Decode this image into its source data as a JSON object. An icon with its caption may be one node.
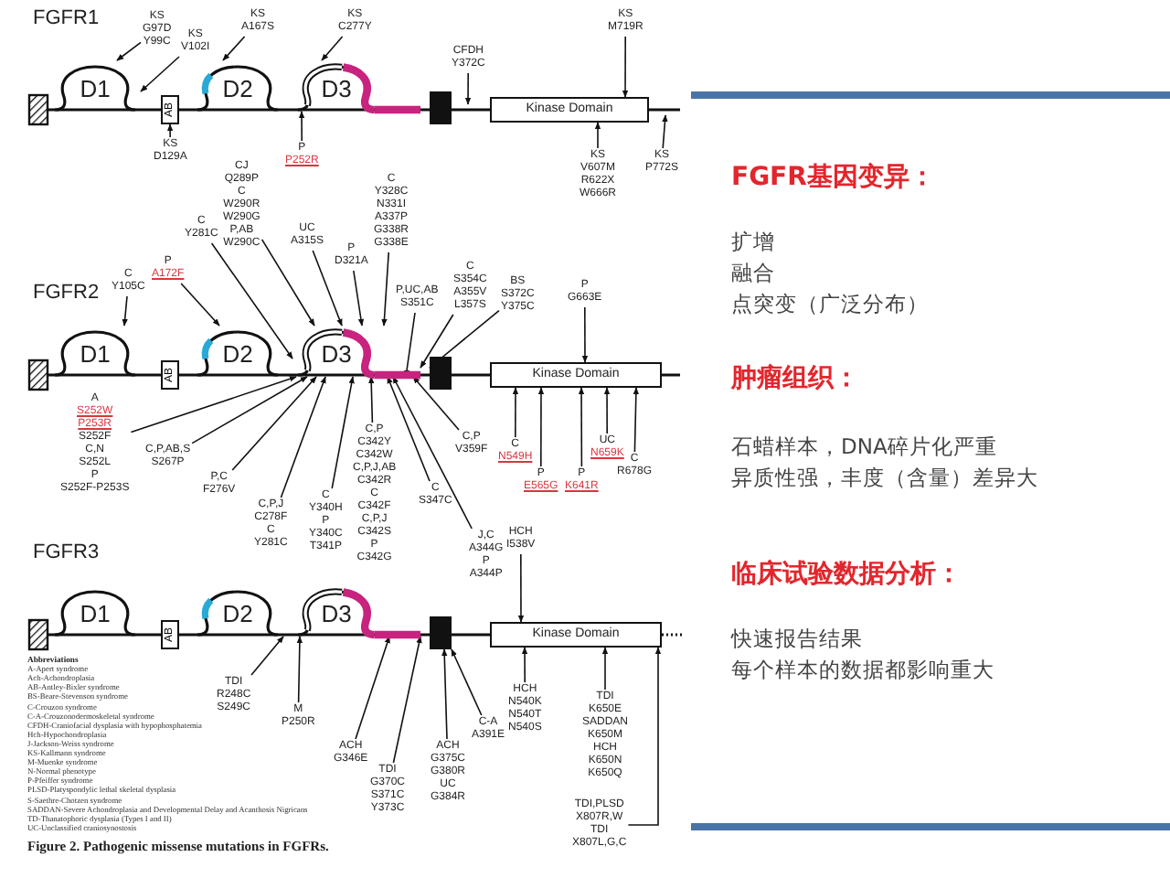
{
  "diagram": {
    "caption": "Figure 2. Pathogenic missense mutations in FGFRs.",
    "nodes": [
      {
        "text": [
          "D1"
        ]
      },
      {
        "text": [
          "AB"
        ]
      },
      {
        "text": [
          "D2"
        ]
      },
      {
        "text": [
          "D3"
        ]
      },
      {
        "text": [
          "Kinase Domain"
        ]
      },
      {
        "text": [
          "KS",
          "G97D",
          "Y99C"
        ]
      },
      {
        "text": [
          "KS",
          "V102I"
        ]
      },
      {
        "text": [
          "KS",
          "A167S"
        ]
      },
      {
        "text": [
          "KS",
          "C277Y"
        ]
      },
      {
        "text": [
          "CFDH",
          "Y372C"
        ]
      },
      {
        "text": [
          "KS",
          "M719R"
        ]
      },
      {
        "text": [
          "KS",
          "D129A"
        ]
      },
      {
        "text": [
          "P",
          "P252R"
        ]
      },
      {
        "text": [
          "KS",
          "V607M",
          "R622X",
          "W666R"
        ]
      },
      {
        "text": [
          "KS",
          "P772S"
        ]
      },
      {
        "text": [
          "D1"
        ]
      },
      {
        "text": [
          "AB"
        ]
      },
      {
        "text": [
          "D2"
        ]
      },
      {
        "text": [
          "D3"
        ]
      },
      {
        "text": [
          "Kinase Domain"
        ]
      },
      {
        "text": [
          "C",
          "Y105C"
        ]
      },
      {
        "text": [
          "P",
          "A172F"
        ]
      },
      {
        "text": [
          "C",
          "Y281C"
        ]
      },
      {
        "text": [
          "CJ",
          "Q289P",
          "C",
          "W290R",
          "W290G",
          "P,AB",
          "W290C"
        ]
      },
      {
        "text": [
          "UC",
          "A315S"
        ]
      },
      {
        "text": [
          "P",
          "D321A"
        ]
      },
      {
        "text": [
          "C",
          "Y328C",
          "N331I",
          "A337P",
          "G338R",
          "G338E"
        ]
      },
      {
        "text": [
          "P,UC,AB",
          "S351C"
        ]
      },
      {
        "text": [
          "C",
          "S354C",
          "A355V",
          "L357S"
        ]
      },
      {
        "text": [
          "BS",
          "S372C",
          "Y375C"
        ]
      },
      {
        "text": [
          "P",
          "G663E"
        ]
      },
      {
        "text": [
          "A",
          "S252W",
          "P253R",
          "S252F",
          "C,N",
          "S252L",
          "P",
          "S252F-P253S"
        ]
      },
      {
        "text": [
          "C,P,AB,S",
          "S267P"
        ]
      },
      {
        "text": [
          "P,C",
          "F276V"
        ]
      },
      {
        "text": [
          "C,P,J",
          "C278F",
          "C",
          "Y281C"
        ]
      },
      {
        "text": [
          "C",
          "Y340H",
          "P",
          "Y340C",
          "T341P"
        ]
      },
      {
        "text": [
          "C,P",
          "C342Y",
          "C342W",
          "C,P,J,AB",
          "C342R",
          "C",
          "C342F",
          "C,P,J",
          "C342S",
          "P",
          "C342G"
        ]
      },
      {
        "text": [
          "C,P",
          "V359F"
        ]
      },
      {
        "text": [
          "C",
          "S347C"
        ]
      },
      {
        "text": [
          "J,C",
          "A344G",
          "P",
          "A344P"
        ]
      },
      {
        "text": [
          "C",
          "N549H"
        ]
      },
      {
        "text": [
          "P",
          "E565G"
        ]
      },
      {
        "text": [
          "P",
          "K641R"
        ]
      },
      {
        "text": [
          "UC",
          "N659K"
        ]
      },
      {
        "text": [
          "C",
          "R678G"
        ]
      },
      {
        "text": [
          "D1"
        ]
      },
      {
        "text": [
          "AB"
        ]
      },
      {
        "text": [
          "D2"
        ]
      },
      {
        "text": [
          "D3"
        ]
      },
      {
        "text": [
          "Kinase Domain"
        ]
      },
      {
        "text": [
          "HCH",
          "I538V"
        ]
      },
      {
        "text": [
          "TDI",
          "R248C",
          "S249C"
        ]
      },
      {
        "text": [
          "M",
          "P250R"
        ]
      },
      {
        "text": [
          "ACH",
          "G346E"
        ]
      },
      {
        "text": [
          "TDI",
          "G370C",
          "S371C",
          "Y373C"
        ]
      },
      {
        "text": [
          "ACH",
          "G375C",
          "G380R",
          "UC",
          "G384R"
        ]
      },
      {
        "text": [
          "C-A",
          "A391E"
        ]
      },
      {
        "text": [
          "HCH",
          "N540K",
          "N540T",
          "N540S"
        ]
      },
      {
        "text": [
          "TDI",
          "K650E",
          "SADDAN",
          "K650M",
          "HCH",
          "K650N",
          "K650Q"
        ]
      },
      {
        "text": [
          "TDI,PLSD",
          "X807R,W",
          "TDI",
          "X807L,G,C"
        ]
      },
      {
        "text": [],
        "shape": "box"
      },
      {
        "text": [],
        "shape": "box"
      },
      {
        "text": [],
        "shape": "box"
      }
    ],
    "edges": [
      {
        "from": 5,
        "to": 0,
        "arrow": "to"
      },
      {
        "from": 6,
        "to": 0,
        "arrow": "to"
      },
      {
        "from": 7,
        "to": 2,
        "arrow": "to"
      },
      {
        "from": 8,
        "to": 3,
        "arrow": "to"
      },
      {
        "from": 9,
        "to": null,
        "arrow": "to"
      },
      {
        "from": 10,
        "to": 4,
        "arrow": "to"
      },
      {
        "from": 11,
        "to": 1,
        "arrow": "to"
      },
      {
        "from": 12,
        "to": 3,
        "arrow": "to"
      },
      {
        "from": 13,
        "to": 4,
        "arrow": "to"
      },
      {
        "from": 14,
        "to": null,
        "arrow": "to"
      },
      {
        "from": 20,
        "to": 15,
        "arrow": "to"
      },
      {
        "from": 21,
        "to": 17,
        "arrow": "to"
      },
      {
        "from": 22,
        "to": 18,
        "arrow": "to"
      },
      {
        "from": 23,
        "to": 18,
        "arrow": "to"
      },
      {
        "from": 24,
        "to": 18,
        "arrow": "to"
      },
      {
        "from": 25,
        "to": 18,
        "arrow": "to"
      },
      {
        "from": 26,
        "to": 18,
        "arrow": "to"
      },
      {
        "from": 27,
        "to": 18,
        "arrow": "to"
      },
      {
        "from": 28,
        "to": 18,
        "arrow": "to"
      },
      {
        "from": 29,
        "to": 61,
        "arrow": "to"
      },
      {
        "from": 30,
        "to": 19,
        "arrow": "to"
      },
      {
        "from": 31,
        "to": 18,
        "arrow": "to"
      },
      {
        "from": 32,
        "to": 18,
        "arrow": "to"
      },
      {
        "from": 33,
        "to": 18,
        "arrow": "to"
      },
      {
        "from": 34,
        "to": 18,
        "arrow": "to"
      },
      {
        "from": 35,
        "to": 18,
        "arrow": "to"
      },
      {
        "from": 36,
        "to": 18,
        "arrow": "to"
      },
      {
        "from": 37,
        "to": 18,
        "arrow": "to"
      },
      {
        "from": 38,
        "to": 18,
        "arrow": "to"
      },
      {
        "from": 39,
        "to": 18,
        "arrow": "to"
      },
      {
        "from": 40,
        "to": 19,
        "arrow": "to"
      },
      {
        "from": 41,
        "to": 19,
        "arrow": "to"
      },
      {
        "from": 42,
        "to": 19,
        "arrow": "to"
      },
      {
        "from": 43,
        "to": 19,
        "arrow": "to"
      },
      {
        "from": 44,
        "to": 19,
        "arrow": "to"
      },
      {
        "from": 50,
        "to": 49,
        "arrow": "to"
      },
      {
        "from": 51,
        "to": 47,
        "arrow": "to"
      },
      {
        "from": 52,
        "to": 48,
        "arrow": "to"
      },
      {
        "from": 53,
        "to": 48,
        "arrow": "to"
      },
      {
        "from": 54,
        "to": 48,
        "arrow": "to"
      },
      {
        "from": 55,
        "to": 62,
        "arrow": "to"
      },
      {
        "from": 56,
        "to": 62,
        "arrow": "to"
      },
      {
        "from": 57,
        "to": 49,
        "arrow": "to"
      },
      {
        "from": 58,
        "to": 49,
        "arrow": "to"
      },
      {
        "from": 59,
        "to": 49,
        "arrow": "to"
      }
    ],
    "labels": [
      "FGFR1",
      "FGFR2",
      "FGFR3",
      "Abbreviations",
      "A-Apert syndrome",
      "Ach-Achondroplasia",
      "AB-Antley-Bixler syndrome",
      "BS-Beare-Stevenson syndrome",
      "C-Crouzon syndrome",
      "C-A-Crouzonodermoskeletal syndrome",
      "CFDH-Craniofacial dysplasia with hypophosphatemia",
      "Hch-Hypochondroplasia",
      "J-Jackson-Weiss syndrome",
      "KS-Kallmann syndrome",
      "M-Muenke syndrome",
      "N-Normal phenotype",
      "P-Pfeiffer syndrome",
      "PLSD-Platyspondylic lethal skeletal dysplasia",
      "S-Saethre-Chotzen syndrome",
      "SADDAN-Severe Achondroplasia and Developmental Delay and Acanthosis Nigricans",
      "TD-Thanatophoric dysplasia (Types I and II)",
      "UC-Unclassified craniosynostosis",
      "FGFR基因变异：",
      "扩增",
      "融合",
      "点突变（广泛分布）",
      "肿瘤组织：",
      "石蜡样本，DNA碎片化严重",
      "异质性强，丰度（含量）差异大",
      "临床试验数据分析：",
      "快速报告结果",
      "每个样本的数据都影响重大"
    ]
  }
}
